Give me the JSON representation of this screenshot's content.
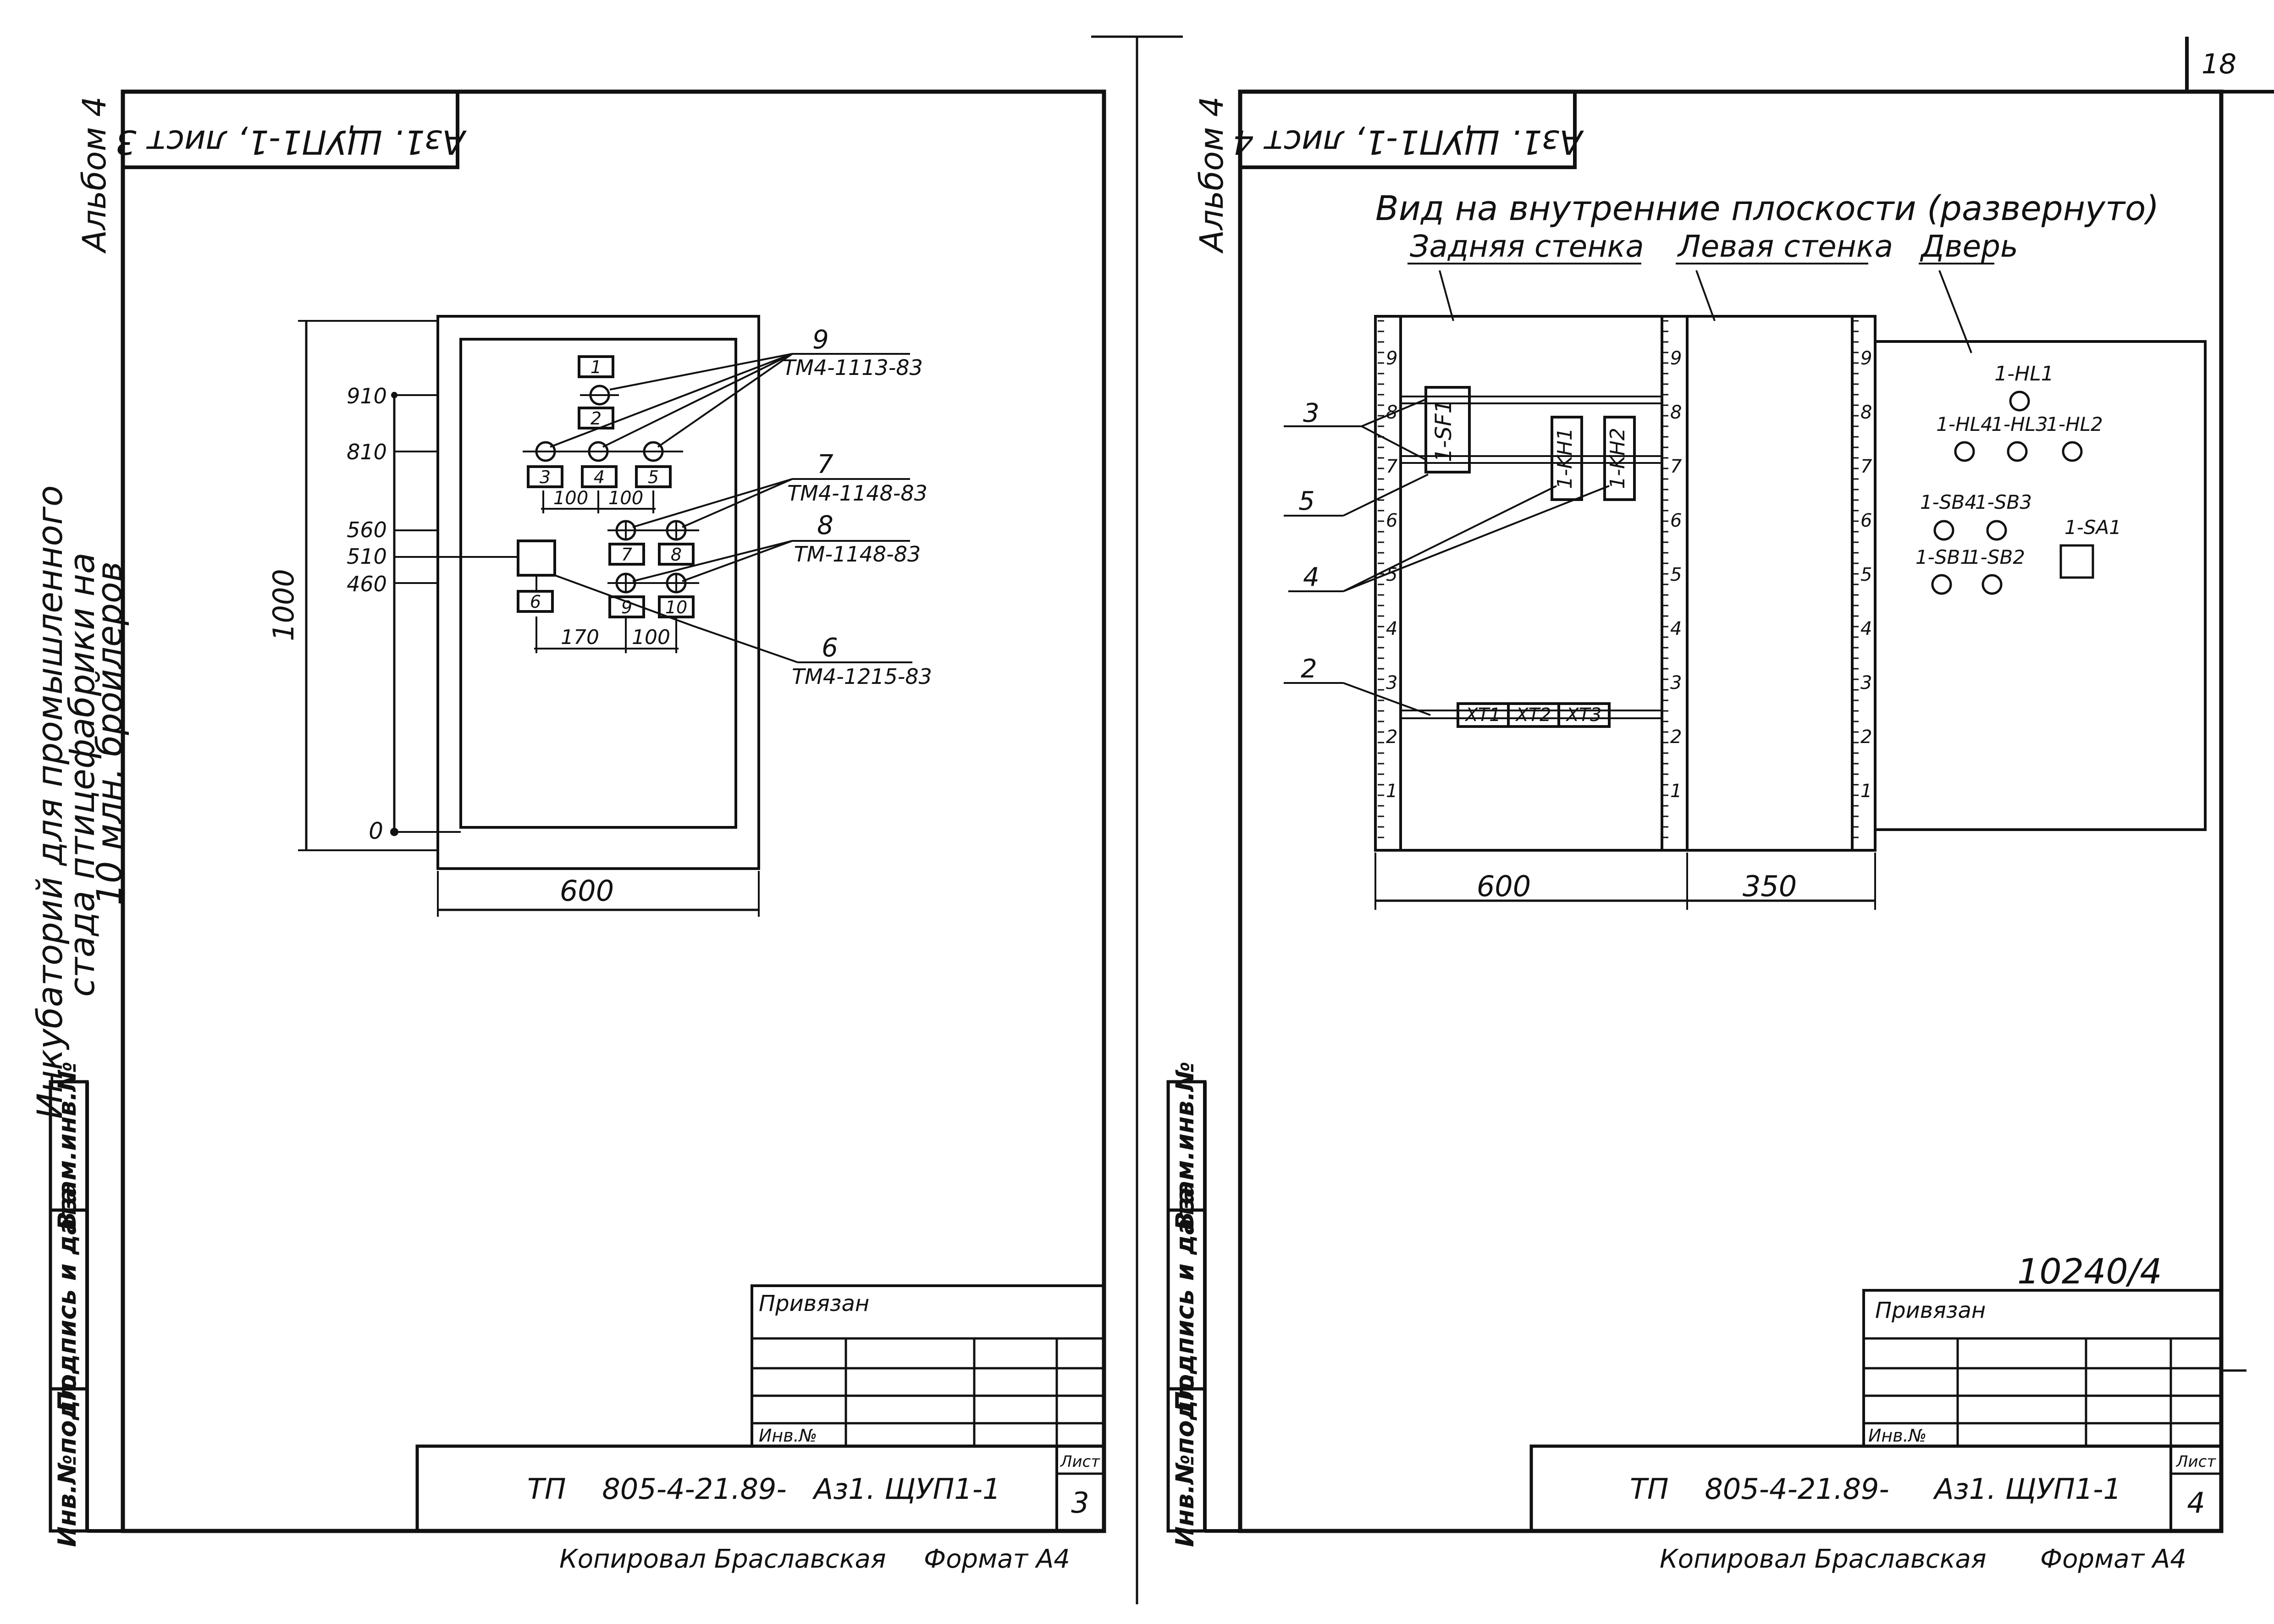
{
  "page_number": "18",
  "sheet_left": {
    "album_label": "Альбом 4",
    "header_stamp": "Аз1. ЩУП1-1, лист 3",
    "side_title": {
      "line1": "Инкубаторий для промышленного",
      "line2": "стада птицефабрики на",
      "line3": "10 млн. бройлеров"
    },
    "side_stamp": {
      "cell1": "Взам.инв.№",
      "cell2": "Подпись и дата",
      "cell3": "Инв.№подл."
    },
    "dims": {
      "height_label": "1000",
      "width_label": "600",
      "level_910": "910",
      "level_810": "810",
      "level_560": "560",
      "level_510": "510",
      "level_460": "460",
      "level_0": "0",
      "spacing_100a": "100",
      "spacing_100b": "100",
      "spacing_170": "170",
      "spacing_100c": "100"
    },
    "items": {
      "n1": "1",
      "n2": "2",
      "n3": "3",
      "n4": "4",
      "n5": "5",
      "n6": "6",
      "n7": "7",
      "n8": "8",
      "n9": "9",
      "n10": "10"
    },
    "callouts": {
      "c9_num": "9",
      "c9_code": "ТМ4-1113-83",
      "c7_num": "7",
      "c7_code": "ТМ4-1148-83",
      "c8_num": "8",
      "c8_code": "ТМ-1148-83",
      "c6_num": "6",
      "c6_code": "ТМ4-1215-83"
    },
    "title_block": {
      "privyazan": "Привязан",
      "inv_no": "Инв.№",
      "code": "ТП    805-4-21.89-   Аз1. ЩУП1-1",
      "sheet_label": "Лист",
      "sheet_no": "3"
    },
    "footer": {
      "copied": "Копировал Браславская",
      "format": "Формат А4"
    }
  },
  "sheet_right": {
    "album_label": "Альбом 4",
    "header_stamp": "Аз1. ЩУП1-1, лист 4",
    "view_title": "Вид на внутренние плоскости (развернуто)",
    "back_wall": "Задняя стенка",
    "left_wall": "Левая стенка",
    "door": "Дверь",
    "scale_numbers": [
      "9",
      "8",
      "7",
      "6",
      "5",
      "4",
      "3",
      "2",
      "1"
    ],
    "devices": {
      "sf1": "1-SF1",
      "kh1": "1-KH1",
      "kh2": "1-KH2",
      "xt1": "XT1",
      "xt2": "XT2",
      "xt3": "XT3"
    },
    "door_items": {
      "hl1": "1-HL1",
      "hl4": "1-HL4",
      "hl3": "1-HL3",
      "hl2": "1-HL2",
      "sb4": "1-SB4",
      "sb3": "1-SB3",
      "sa1": "1-SA1",
      "sb1": "1-SB1",
      "sb2": "1-SB2"
    },
    "callouts": {
      "c3": "3",
      "c5": "5",
      "c4": "4",
      "c2": "2"
    },
    "dims": {
      "width_600": "600",
      "width_350": "350"
    },
    "side_stamp": {
      "cell1": "Взам.инв.№",
      "cell2": "Подпись и дата",
      "cell3": "Инв.№подл."
    },
    "doc_number": "10240/4",
    "title_block": {
      "privyazan": "Привязан",
      "inv_no": "Инв.№",
      "code": "ТП    805-4-21.89-     Аз1. ЩУП1-1",
      "sheet_label": "Лист",
      "sheet_no": "4"
    },
    "footer": {
      "copied": "Копировал Браславская",
      "format": "Формат А4"
    }
  }
}
